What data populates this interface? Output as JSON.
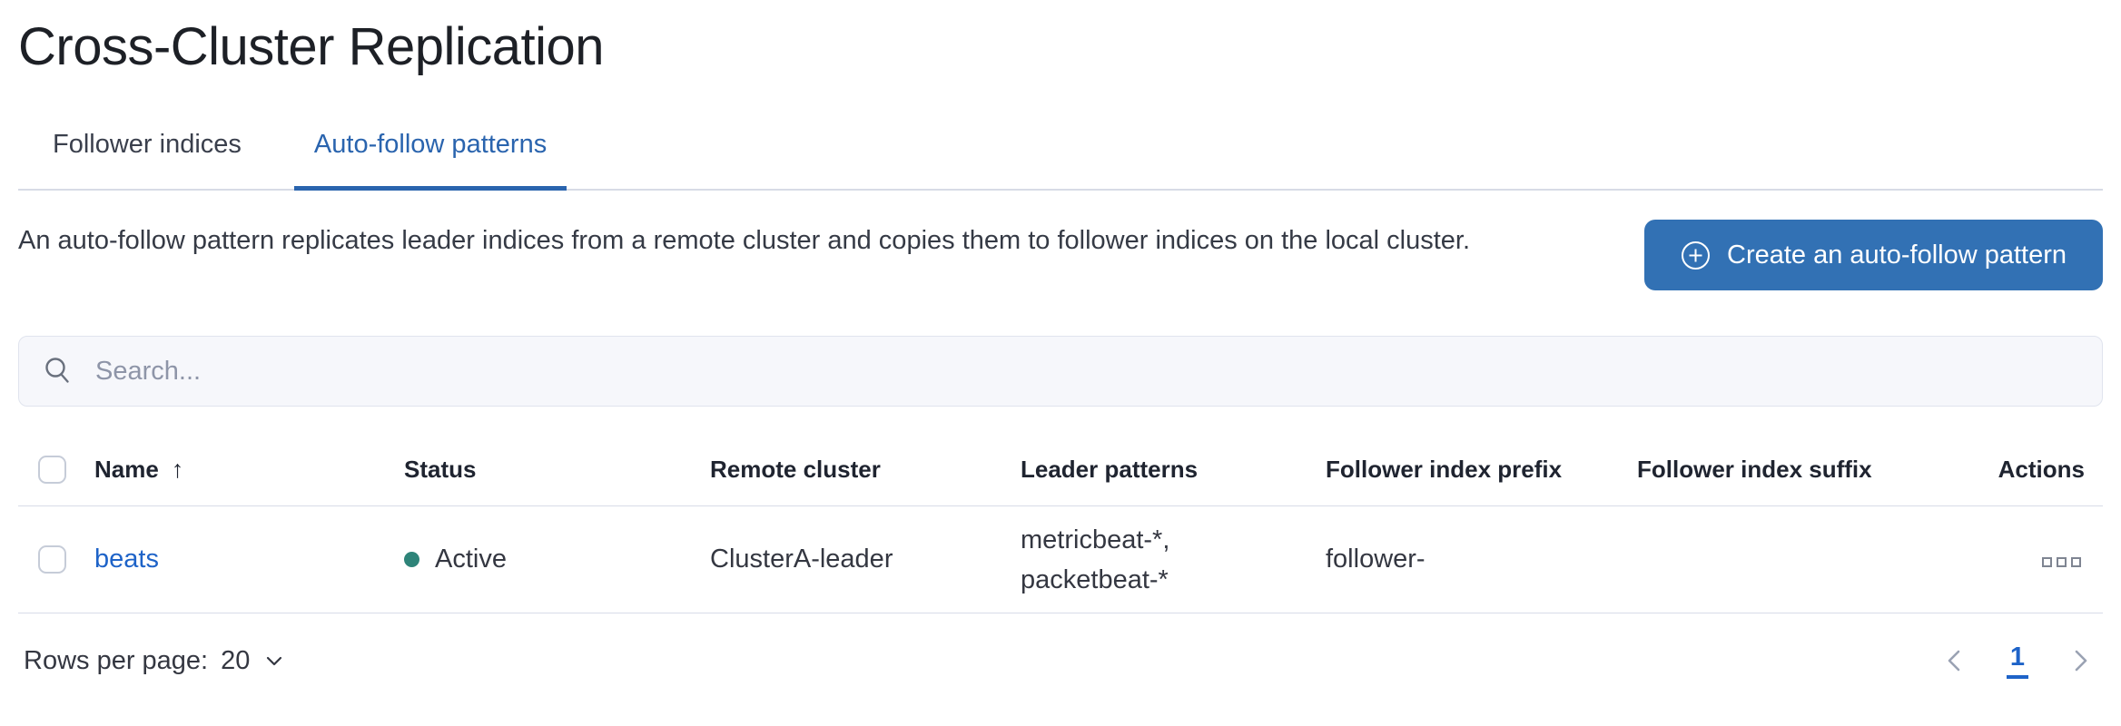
{
  "page": {
    "title": "Cross-Cluster Replication"
  },
  "tabs": [
    {
      "label": "Follower indices",
      "active": false
    },
    {
      "label": "Auto-follow patterns",
      "active": true
    }
  ],
  "intro": {
    "description": "An auto-follow pattern replicates leader indices from a remote cluster and copies them to follower indices on the local cluster.",
    "create_button_label": "Create an auto-follow pattern"
  },
  "search": {
    "placeholder": "Search...",
    "value": ""
  },
  "table": {
    "columns": [
      "Name",
      "Status",
      "Remote cluster",
      "Leader patterns",
      "Follower index prefix",
      "Follower index suffix",
      "Actions"
    ],
    "sort": {
      "column": "Name",
      "direction": "ascending",
      "arrow": "↑"
    },
    "rows": [
      {
        "name": "beats",
        "status": "Active",
        "remote_cluster": "ClusterA-leader",
        "leader_patterns": [
          "metricbeat-*,",
          "packetbeat-*"
        ],
        "follower_index_prefix": "follower-",
        "follower_index_suffix": "",
        "actions_icon": "boxes-horizontal-icon"
      }
    ]
  },
  "footer": {
    "rows_per_page_label": "Rows per page:",
    "rows_per_page_value": "20",
    "pagination": {
      "current_page": "1"
    }
  },
  "colors": {
    "primary_button": "#3271b4",
    "active_tab": "#2a64ae",
    "link": "#1e63c8",
    "status_active_dot": "#2e8479",
    "text": "#343741",
    "border": "#d8dce8",
    "search_background": "#f6f7fb"
  }
}
